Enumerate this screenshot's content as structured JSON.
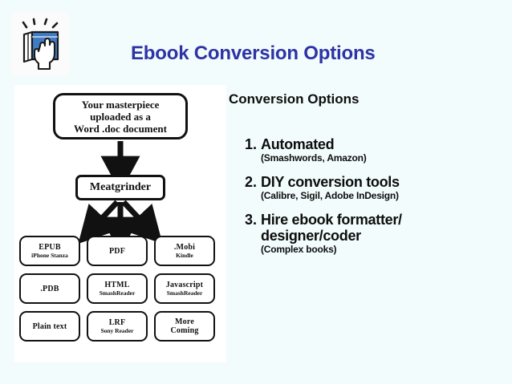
{
  "slide": {
    "title": "Ebook Conversion Options",
    "title_color": "#2e33a5",
    "background_color": "#f2fcfc",
    "logo_name": "book-with-hand-logo"
  },
  "diagram": {
    "source_box": {
      "line1": "Your masterpiece",
      "line2": "uploaded as a",
      "line3": "Word .doc document"
    },
    "process_box": {
      "label": "Meatgrinder"
    },
    "outputs": [
      {
        "title": "EPUB",
        "sub": "iPhone Stanza"
      },
      {
        "title": "PDF",
        "sub": ""
      },
      {
        "title": ".Mobi",
        "sub": "Kindle"
      },
      {
        "title": ".PDB",
        "sub": ""
      },
      {
        "title": "HTML",
        "sub": "SmashReader"
      },
      {
        "title": "Javascript",
        "sub": "SmashReader"
      },
      {
        "title": "Plain text",
        "sub": ""
      },
      {
        "title": "LRF",
        "sub": "Sony Reader"
      },
      {
        "title": "More",
        "sub": "Coming"
      }
    ]
  },
  "options": {
    "heading": "Conversion Options",
    "items": [
      {
        "num": "1.",
        "label": "Automated",
        "note": "(Smashwords, Amazon)"
      },
      {
        "num": "2.",
        "label": "DIY conversion tools",
        "note": "(Calibre, Sigil, Adobe InDesign)"
      },
      {
        "num": "3.",
        "label": "Hire ebook formatter/",
        "label2": "designer/coder",
        "note": "(Complex books)"
      }
    ]
  }
}
